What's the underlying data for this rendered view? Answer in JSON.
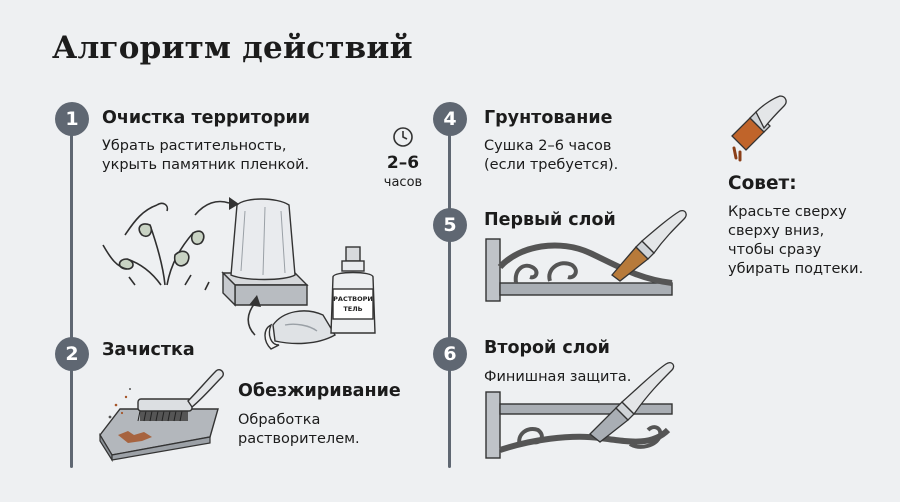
{
  "title": "Алгоритм действий",
  "steps": [
    {
      "num": "1",
      "title": "Очистка территории",
      "text": [
        "Убрать растительность,",
        "укрыть памятник пленкой."
      ]
    },
    {
      "num": "2",
      "title": "Зачистка",
      "sub_title": "Обезжиривание",
      "sub_text": [
        "Обработка",
        "растворителем."
      ]
    },
    {
      "num": "4",
      "title": "Грунтование",
      "text": [
        "Сушка 2–6 часов",
        "(если требуется)."
      ]
    },
    {
      "num": "5",
      "title": "Первый слой"
    },
    {
      "num": "6",
      "title": "Второй слой",
      "text": [
        "Финишная защита."
      ]
    }
  ],
  "timer": {
    "value": "2–6",
    "unit": "часов"
  },
  "solvent_label": [
    "РАСТВОРИ",
    "ТЕЛЬ"
  ],
  "tip": {
    "title": "Совет:",
    "lines": [
      "Красьте сверху",
      "сверху вниз,",
      "чтобы сразу",
      "убирать подтеки."
    ]
  },
  "icons": [
    "clock-icon",
    "paintbrush-icon",
    "plant-icon",
    "covered-monument-icon",
    "solvent-bottle-icon",
    "cloth-icon",
    "wire-brush-icon",
    "metal-bracket-icon"
  ],
  "colors": {
    "badge": "#5f6772",
    "accent_brush": "#c0642a",
    "background": "#eef0f2"
  }
}
